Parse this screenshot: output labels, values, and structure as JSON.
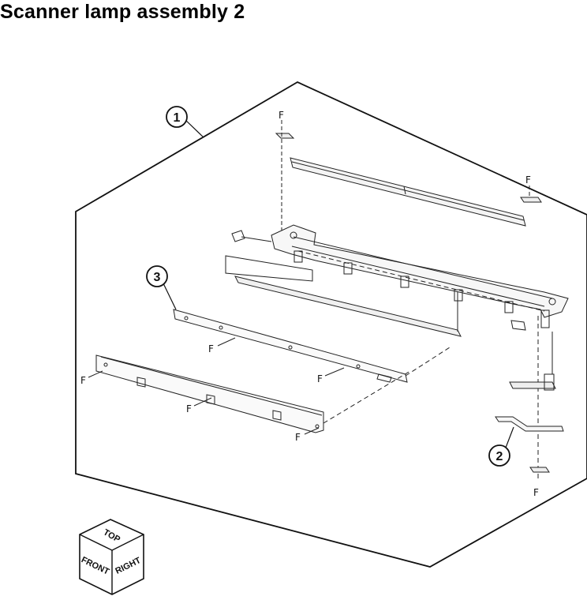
{
  "title": "Scanner lamp assembly 2",
  "fastener_label": "F",
  "callouts": [
    "1",
    "2",
    "3"
  ],
  "orientation_cube": {
    "top": "TOP",
    "front": "FRONT",
    "right": "RIGHT"
  }
}
